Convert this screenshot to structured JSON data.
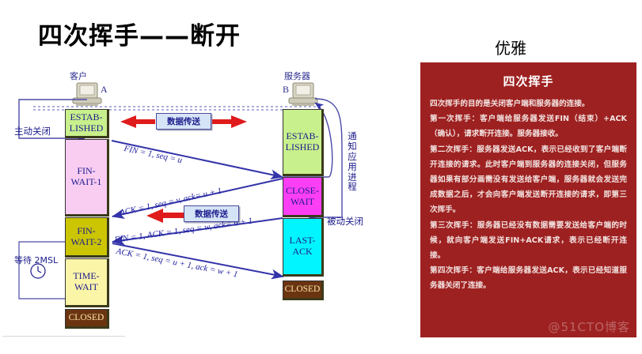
{
  "title": "四次挥手——断开",
  "right_heading": "优雅",
  "watermark": "@51CTO博客",
  "diagram": {
    "client_label": "客户",
    "client_letter": "A",
    "server_label": "服务器",
    "server_letter": "B",
    "active_close": "主动关闭",
    "passive_close": "被动关闭",
    "notify_app": "通知应用进程",
    "wait_2msl": "等待 2MSL",
    "data_transfer_1": "数据传送",
    "data_transfer_2": "数据传送",
    "client_states": [
      {
        "name": "ESTAB-\nLISHED",
        "line1": "ESTAB-",
        "line2": "LISHED",
        "color": "#c8f08c"
      },
      {
        "name": "FIN-WAIT-1",
        "line1": "FIN-",
        "line2": "WAIT-1",
        "color": "#f9ccf2"
      },
      {
        "name": "FIN-WAIT-2",
        "line1": "FIN-",
        "line2": "WAIT-2",
        "color": "#cbc504"
      },
      {
        "name": "TIME-WAIT",
        "line1": "TIME-",
        "line2": "WAIT",
        "color": "#fbf5a8"
      },
      {
        "name": "CLOSED",
        "line1": "CLOSED",
        "line2": "",
        "color": "#6b3411"
      }
    ],
    "server_states": [
      {
        "name": "ESTAB-LISHED",
        "line1": "ESTAB-",
        "line2": "LISHED",
        "color": "#c8f08c"
      },
      {
        "name": "CLOSE-WAIT",
        "line1": "CLOSE-",
        "line2": "WAIT",
        "color": "#fc3ef4"
      },
      {
        "name": "LAST-ACK",
        "line1": "LAST-",
        "line2": "ACK",
        "color": "#00f5ff"
      },
      {
        "name": "CLOSED",
        "line1": "CLOSED",
        "line2": "",
        "color": "#6b3411"
      }
    ],
    "messages": [
      {
        "id": "msg1",
        "text": "FIN = 1, seq = u"
      },
      {
        "id": "msg2",
        "text": "ACK = 1, seq = v, ack= u + 1"
      },
      {
        "id": "msg3",
        "text": "FIN = 1, ACK = 1, seq = w, ack= u + 1"
      },
      {
        "id": "msg4",
        "text": "ACK = 1, seq = u + 1, ack = w + 1"
      }
    ]
  },
  "panel": {
    "title": "四次挥手",
    "paragraphs": [
      "四次挥手的目的是关闭客户端和服务器的连接。",
      "第一次挥手：客户端给服务器发送FIN（结束）+ACK（确认），请求断开连接。服务器接收。",
      "第二次挥手：服务器发送ACK，表示已经收到了客户端断开连接的请求。此时客户端到服务器的连接关闭，但服务器如果有部分画需没有发送给客户端，服务器就会发送完成数据之后，才会向客户端发送断开连接的请求，即第三次挥手。",
      "第三次挥手：服务器已经没有数据需要发送给客户端的时候，就向客户端发送FIN+ACK请求，表示已经断开连接。",
      "第四次挥手：客户端给服务器发送ACK，表示已经知道服务器关闭了连接。"
    ]
  },
  "colors": {
    "panel_bg": "#9e2121",
    "arrow_blue": "#3333aa",
    "arrow_red": "#e01b1b",
    "text_blue": "#1b1b8c"
  }
}
